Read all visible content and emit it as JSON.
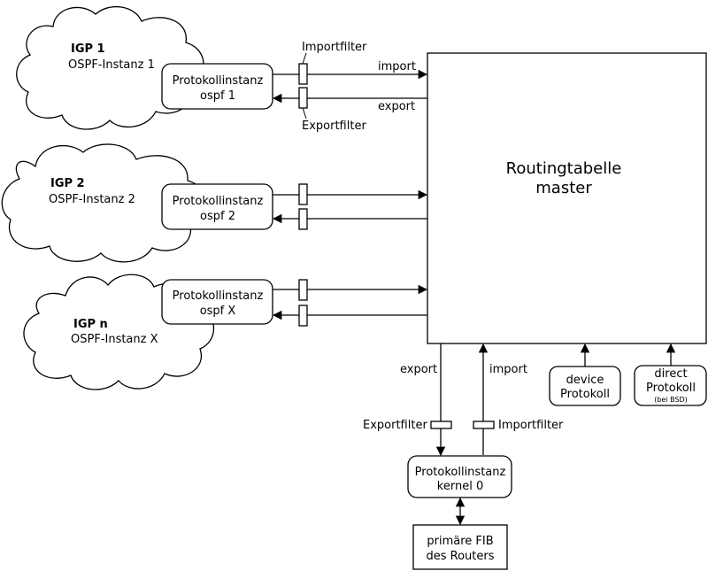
{
  "clouds": [
    {
      "title": "IGP 1",
      "subtitle": "OSPF-Instanz 1"
    },
    {
      "title": "IGP 2",
      "subtitle": "OSPF-Instanz 2"
    },
    {
      "title": "IGP n",
      "subtitle": "OSPF-Instanz X"
    }
  ],
  "instances": [
    {
      "line1": "Protokollinstanz",
      "line2": "ospf 1"
    },
    {
      "line1": "Protokollinstanz",
      "line2": "ospf 2"
    },
    {
      "line1": "Protokollinstanz",
      "line2": "ospf X"
    }
  ],
  "filters_top": {
    "import_filter": "Importfilter",
    "export_filter": "Exportfilter",
    "import": "import",
    "export": "export"
  },
  "routing_table": {
    "line1": "Routingtabelle",
    "line2": "master"
  },
  "kernel_links": {
    "export": "export",
    "import": "import",
    "export_filter": "Exportfilter",
    "import_filter": "Importfilter"
  },
  "kernel": {
    "line1": "Protokollinstanz",
    "line2": "kernel 0"
  },
  "fib": {
    "line1": "primäre FIB",
    "line2": "des Routers"
  },
  "device": {
    "line1": "device",
    "line2": "Protokoll"
  },
  "direct": {
    "line1": "direct",
    "line2": "Protokoll",
    "note": "(bei BSD)"
  }
}
